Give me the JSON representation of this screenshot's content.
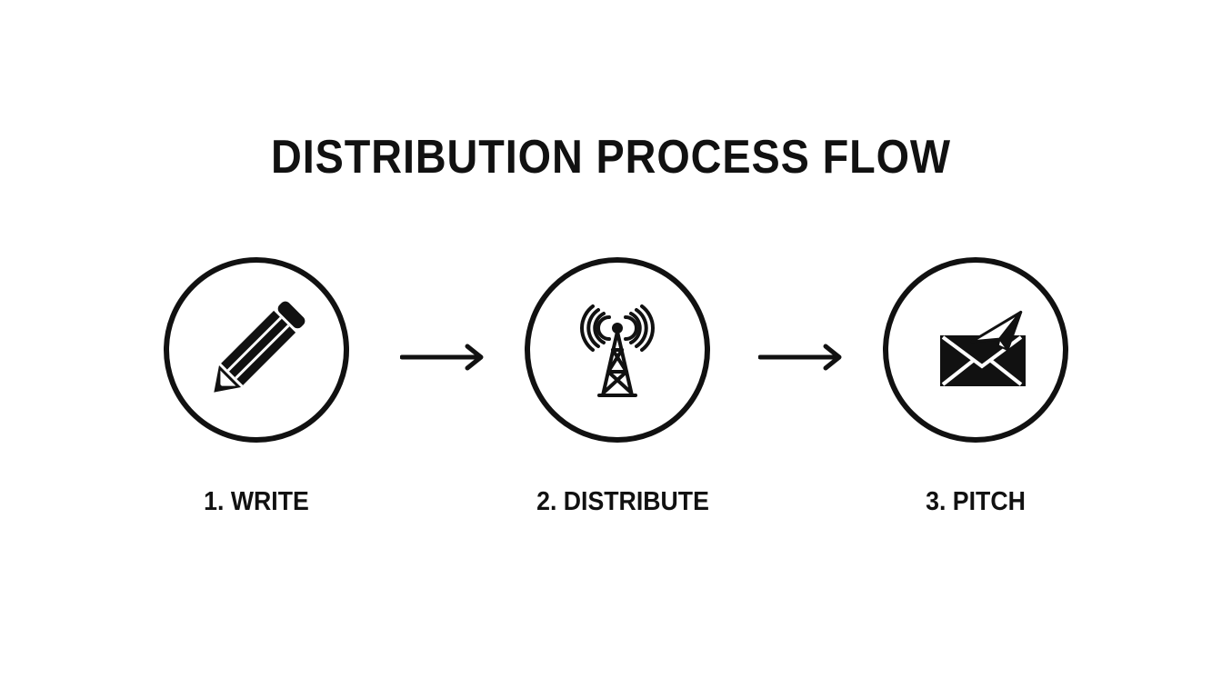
{
  "title": "DISTRIBUTION PROCESS FLOW",
  "steps": [
    {
      "label": "1. WRITE",
      "icon": "pencil-icon"
    },
    {
      "label": "2. DISTRIBUTE",
      "icon": "broadcast-tower-icon"
    },
    {
      "label": "3. PITCH",
      "icon": "envelope-paper-plane-icon"
    }
  ],
  "colors": {
    "stroke": "#111111",
    "background": "#ffffff"
  }
}
